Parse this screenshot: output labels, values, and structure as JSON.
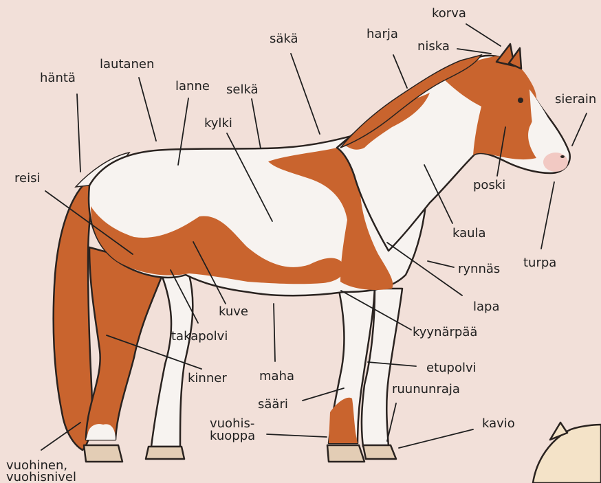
{
  "colors": {
    "background": "#f2e0d9",
    "coat_chestnut": "#c9642e",
    "coat_white": "#f7f3f0",
    "hoof": "#e3cdb5",
    "outline": "#2a2320"
  },
  "labels": {
    "korva": "korva",
    "niska": "niska",
    "harja": "harja",
    "saka": "säkä",
    "sierain": "sierain",
    "lautanen": "lautanen",
    "hanta": "häntä",
    "lanne": "lanne",
    "selka": "selkä",
    "kylki": "kylki",
    "poski": "poski",
    "reisi": "reisi",
    "kaula": "kaula",
    "turpa": "turpa",
    "rynnas": "rynnäs",
    "lapa": "lapa",
    "kuve": "kuve",
    "kyynarpaa": "kyynärpää",
    "takapolvi": "takapolvi",
    "etupolvi": "etupolvi",
    "kinner": "kinner",
    "maha": "maha",
    "ruununraja": "ruununraja",
    "saari": "sääri",
    "vuohiskuoppa_1": "vuohis-",
    "vuohiskuoppa_2": "kuoppa",
    "kavio": "kavio",
    "vuohinen_1": "vuohinen,",
    "vuohinen_2": "vuohisnivel"
  }
}
